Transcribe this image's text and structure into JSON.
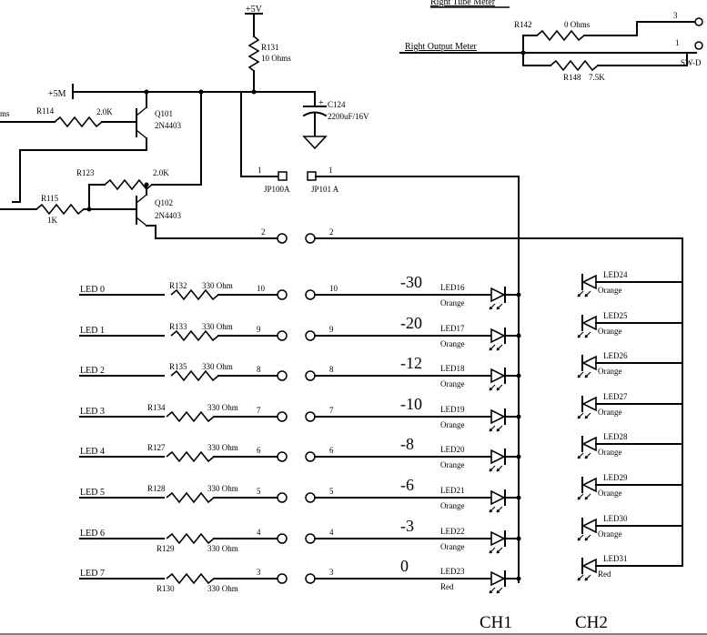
{
  "top": {
    "supply_5v": "+5V",
    "r131": "R131",
    "r131_val": "10 Ohms",
    "supply_5m": "+5M",
    "c124": "C124",
    "c124_val": "2200uF/16V",
    "right_tube_meter": "Right Tube Meter",
    "r142": "R142",
    "r142_val": "0 Ohms",
    "right_output_meter": "Right Output Meter",
    "r148": "R148",
    "r148_val": "7.5K",
    "sw_label": "SW-D",
    "sw_pin3": "3",
    "sw_pin1": "1"
  },
  "transistors": {
    "r114": "R114",
    "r114_val": "2.0K",
    "q101": "Q101",
    "q101_type": "2N4403",
    "r123": "R123",
    "r123_val": "2.0K",
    "r115": "R115",
    "r115_val": "1K",
    "q102": "Q102",
    "q102_type": "2N4403",
    "left_signal_fragment": "ms"
  },
  "jumpers": {
    "jp100": "JP100A",
    "jp101": "JP101 A",
    "pin1_left": "1",
    "pin1_right": "1",
    "pin2_left": "2",
    "pin2_right": "2"
  },
  "led_rows": [
    {
      "name": "LED 0",
      "res": "R132",
      "val": "330 Ohm",
      "pin": "10",
      "db": "-30",
      "led": "LED16",
      "color": "Orange",
      "led2": "LED24",
      "color2": "Orange"
    },
    {
      "name": "LED 1",
      "res": "R133",
      "val": "330 Ohm",
      "pin": "9",
      "db": "-20",
      "led": "LED17",
      "color": "Orange",
      "led2": "LED25",
      "color2": "Orange"
    },
    {
      "name": "LED 2",
      "res": "R135",
      "val": "330 Ohm",
      "pin": "8",
      "db": "-12",
      "led": "LED18",
      "color": "Orange",
      "led2": "LED26",
      "color2": "Orange"
    },
    {
      "name": "LED 3",
      "res": "R134",
      "val": "330 Ohm",
      "pin": "7",
      "db": "-10",
      "led": "LED19",
      "color": "Orange",
      "led2": "LED27",
      "color2": "Orange"
    },
    {
      "name": "LED 4",
      "res": "R127",
      "val": "330 Ohm",
      "pin": "6",
      "db": "-8",
      "led": "LED20",
      "color": "Orange",
      "led2": "LED28",
      "color2": "Orange"
    },
    {
      "name": "LED 5",
      "res": "R128",
      "val": "330 Ohm",
      "pin": "5",
      "db": "-6",
      "led": "LED21",
      "color": "Orange",
      "led2": "LED29",
      "color2": "Orange"
    },
    {
      "name": "LED 6",
      "res": "R129",
      "val": "330 Ohm",
      "pin": "4",
      "db": "-3",
      "led": "LED22",
      "color": "Orange",
      "led2": "LED30",
      "color2": "Orange"
    },
    {
      "name": "LED 7",
      "res": "R130",
      "val": "330 Ohm",
      "pin": "3",
      "db": "0",
      "led": "LED23",
      "color": "Red",
      "led2": "LED31",
      "color2": "Red"
    }
  ],
  "channels": {
    "ch1": "CH1",
    "ch2": "CH2"
  }
}
